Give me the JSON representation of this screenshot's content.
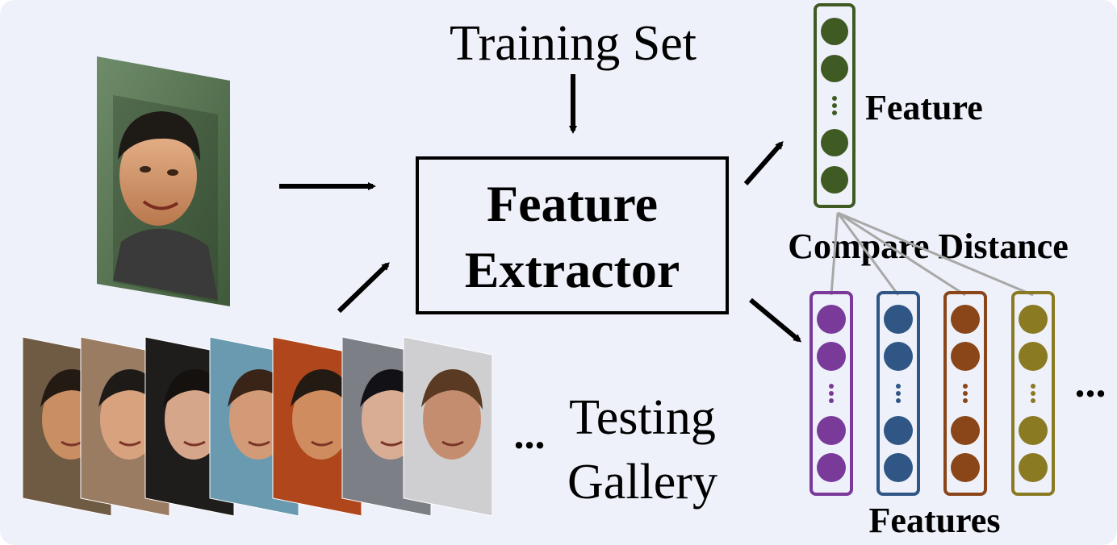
{
  "labels": {
    "training_set": "Training Set",
    "extractor_line1": "Feature",
    "extractor_line2": "Extractor",
    "query_feature": "Feature",
    "compare_distance": "Compare Distance",
    "gallery_features": "Features",
    "testing_line1": "Testing",
    "testing_line2": "Gallery",
    "gallery_ellipsis": "...",
    "features_ellipsis": "..."
  },
  "colors": {
    "background": "#eef1f9",
    "query_feature": "#3f5a23",
    "gallery_features": [
      "#7a3a9a",
      "#2f5685",
      "#8a4518",
      "#8a7a22"
    ],
    "comparison_lines": "#a8a8a8"
  },
  "feature_vector": {
    "dots_above_ellipsis": 2,
    "dots_below_ellipsis": 2
  },
  "images": {
    "query_face": "face-photo",
    "gallery_count": 7
  }
}
